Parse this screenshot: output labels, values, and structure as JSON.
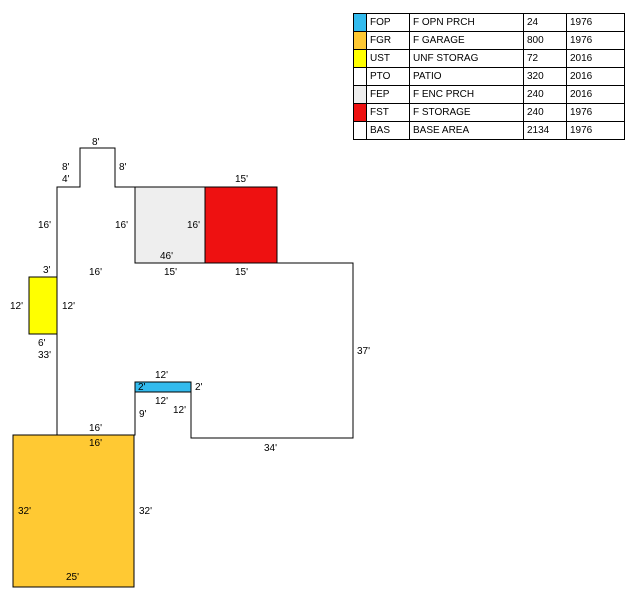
{
  "legend": {
    "rows": [
      {
        "code": "FOP",
        "desc": "F OPN PRCH",
        "area": "24",
        "year": "1976",
        "color": "#33BBEE"
      },
      {
        "code": "FGR",
        "desc": "F GARAGE",
        "area": "800",
        "year": "1976",
        "color": "#FFC933"
      },
      {
        "code": "UST",
        "desc": "UNF STORAG",
        "area": "72",
        "year": "2016",
        "color": "#FFFF00"
      },
      {
        "code": "PTO",
        "desc": "PATIO",
        "area": "320",
        "year": "2016",
        "color": "#FFFFFF"
      },
      {
        "code": "FEP",
        "desc": "F ENC PRCH",
        "area": "240",
        "year": "2016",
        "color": "#EEEEEE"
      },
      {
        "code": "FST",
        "desc": "F STORAGE",
        "area": "240",
        "year": "1976",
        "color": "#EE1111"
      },
      {
        "code": "BAS",
        "desc": "BASE AREA",
        "area": "2134",
        "year": "1976",
        "color": "#FFFFFF"
      }
    ]
  },
  "dims": {
    "top8": "8'",
    "bump8l": "8'",
    "bump4l": "4'",
    "bump8r": "8'",
    "left16": "16'",
    "mid16": "16'",
    "fep16": "16'",
    "fst15top": "15'",
    "fep46": "46'",
    "ust3": "3'",
    "bot16": "16'",
    "bot15a": "15'",
    "bot15b": "15'",
    "ust12l": "12'",
    "ust12r": "12'",
    "ust6": "6'",
    "left33": "33'",
    "right37": "37'",
    "fop12": "12'",
    "fop2l": "2'",
    "fop2r": "2'",
    "n12a": "12'",
    "n9": "9'",
    "n12b": "12'",
    "bot34": "34'",
    "fgr16out": "16'",
    "fgr16in": "16'",
    "fgr32l": "32'",
    "fgr32r": "32'",
    "fgr25": "25'"
  }
}
